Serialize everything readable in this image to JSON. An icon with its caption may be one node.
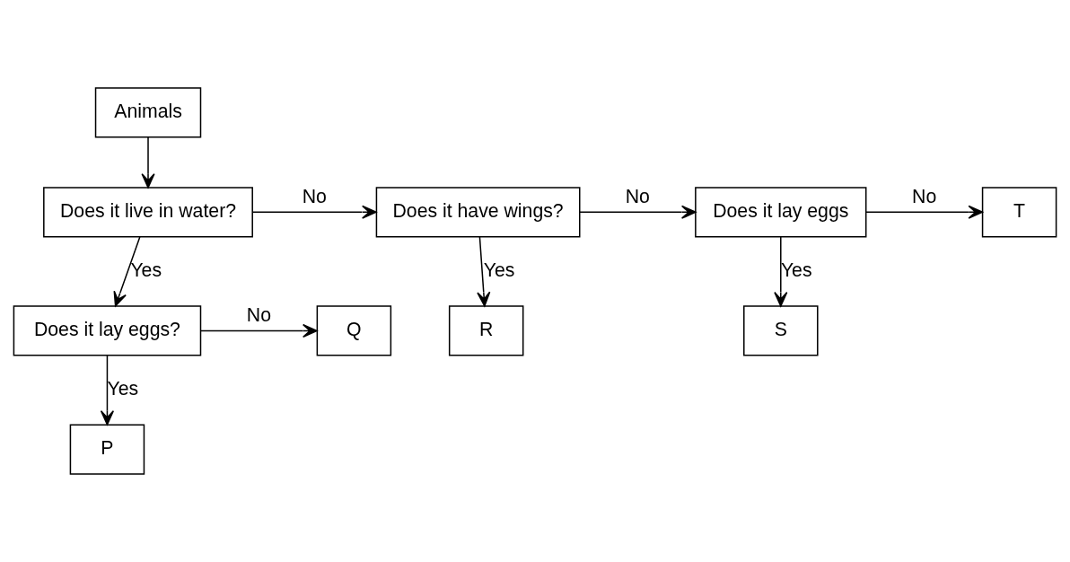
{
  "diagram": {
    "nodes": [
      {
        "text": [
          "Animals"
        ]
      },
      {
        "text": [
          "Does it live in water?"
        ]
      },
      {
        "text": [
          "Does it have wings?"
        ]
      },
      {
        "text": [
          "Does it lay eggs"
        ]
      },
      {
        "text": [
          "T"
        ]
      },
      {
        "text": [
          "R"
        ]
      },
      {
        "text": [
          "S"
        ]
      },
      {
        "text": [
          "Does it lay eggs?"
        ]
      },
      {
        "text": [
          "Q"
        ]
      },
      {
        "text": [
          "P"
        ]
      }
    ],
    "edges": [
      {
        "from": 0,
        "to": 1,
        "arrow": "to"
      },
      {
        "from": 1,
        "to": 2,
        "arrow": "to",
        "label": "No"
      },
      {
        "from": 2,
        "to": 3,
        "arrow": "to",
        "label": "No"
      },
      {
        "from": 3,
        "to": 4,
        "arrow": "to",
        "label": "No"
      },
      {
        "from": 2,
        "to": 5,
        "arrow": "to",
        "label": "Yes"
      },
      {
        "from": 3,
        "to": 6,
        "arrow": "to",
        "label": "Yes"
      },
      {
        "from": 1,
        "to": 7,
        "arrow": "to",
        "label": "Yes"
      },
      {
        "from": 7,
        "to": 8,
        "arrow": "to",
        "label": "No"
      },
      {
        "from": 7,
        "to": 9,
        "arrow": "to",
        "label": "Yes"
      }
    ]
  }
}
